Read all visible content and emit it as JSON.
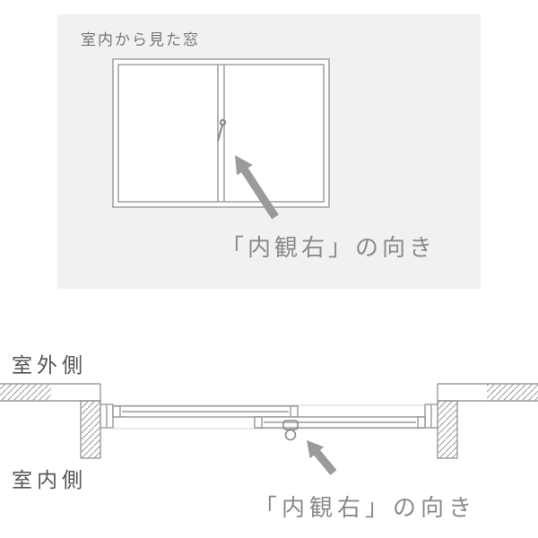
{
  "top_panel": {
    "title": "室内から見た窓",
    "direction_label": "「内観右」の向き"
  },
  "cross_section": {
    "outdoor_label": "室外側",
    "indoor_label": "室内側",
    "direction_label": "「内観右」の向き"
  },
  "colors": {
    "page_background": "#ffffff",
    "panel_background": "#f1f1f1",
    "drawing_line": "#9a9a9a",
    "arrow": "#9a9a9a",
    "direction_label_text": "#8a8a8a",
    "side_label_text": "#555555"
  },
  "icons": {
    "top_arrow": "up-left-arrow",
    "bottom_arrow": "up-left-arrow",
    "window_lock": "crescent-lock"
  }
}
